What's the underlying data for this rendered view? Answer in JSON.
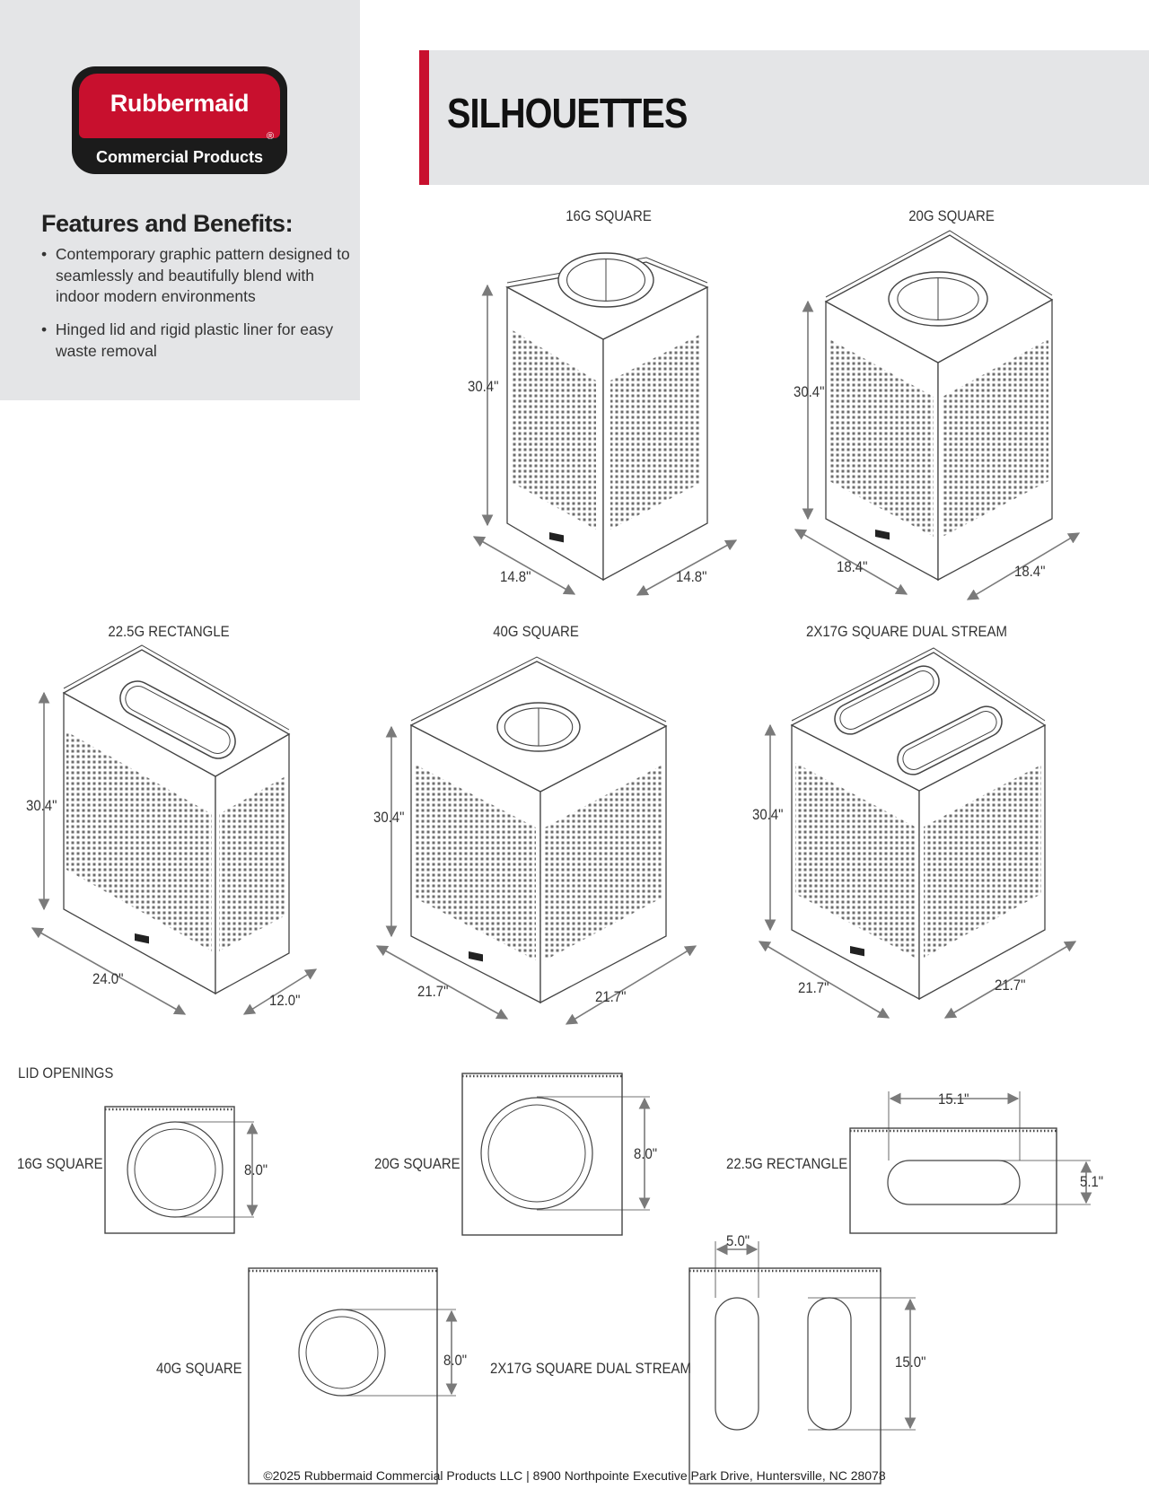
{
  "brand": {
    "name": "Rubbermaid",
    "subtitle": "Commercial Products",
    "registered": "®"
  },
  "features": {
    "title": "Features and Benefits:",
    "bullets": [
      "Contemporary graphic pattern designed to seamlessly and beautifully blend with indoor modern environments",
      "Hinged lid and rigid plastic liner for easy waste removal"
    ]
  },
  "header": {
    "title": "SILHOUETTES"
  },
  "silhouettes": [
    {
      "name": "16G SQUARE",
      "height": "30.4\"",
      "width": "14.8\"",
      "depth": "14.8\""
    },
    {
      "name": "20G SQUARE",
      "height": "30.4\"",
      "width": "18.4\"",
      "depth": "18.4\""
    },
    {
      "name": "22.5G RECTANGLE",
      "height": "30.4\"",
      "width": "24.0\"",
      "depth": "12.0\""
    },
    {
      "name": "40G SQUARE",
      "height": "30.4\"",
      "width": "21.7\"",
      "depth": "21.7\""
    },
    {
      "name": "2X17G SQUARE DUAL STREAM",
      "height": "30.4\"",
      "width": "21.7\"",
      "depth": "21.7\""
    }
  ],
  "lid_openings": {
    "title": "LID OPENINGS",
    "items": [
      {
        "name": "16G SQUARE",
        "dims": [
          "8.0\""
        ]
      },
      {
        "name": "20G SQUARE",
        "dims": [
          "8.0\""
        ]
      },
      {
        "name": "22.5G RECTANGLE",
        "dims": [
          "15.1\"",
          "5.1\""
        ]
      },
      {
        "name": "40G SQUARE",
        "dims": [
          "8.0\""
        ]
      },
      {
        "name": "2X17G SQUARE DUAL STREAM",
        "dims": [
          "5.0\"",
          "15.0\""
        ]
      }
    ]
  },
  "colors": {
    "brand_red": "#c8102e",
    "panel_gray": "#e4e5e7",
    "line": "#444444",
    "dim_gray": "#7a7a7a"
  },
  "footer": {
    "text": "©2025 Rubbermaid Commercial Products LLC | 8900 Northpointe Executive Park Drive, Huntersville, NC 28078"
  }
}
